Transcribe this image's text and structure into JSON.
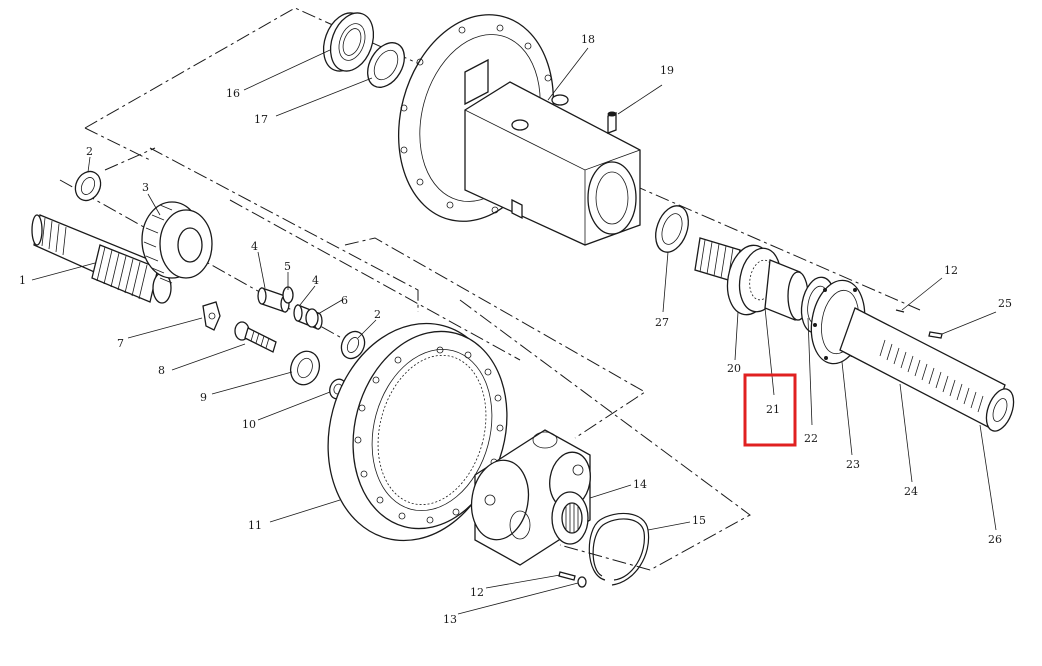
{
  "diagram": {
    "labels": [
      {
        "id": "1",
        "text": "1"
      },
      {
        "id": "2a",
        "text": "2"
      },
      {
        "id": "2b",
        "text": "2"
      },
      {
        "id": "3",
        "text": "3"
      },
      {
        "id": "4a",
        "text": "4"
      },
      {
        "id": "4b",
        "text": "4"
      },
      {
        "id": "5",
        "text": "5"
      },
      {
        "id": "6",
        "text": "6"
      },
      {
        "id": "7",
        "text": "7"
      },
      {
        "id": "8",
        "text": "8"
      },
      {
        "id": "9",
        "text": "9"
      },
      {
        "id": "10",
        "text": "10"
      },
      {
        "id": "11",
        "text": "11"
      },
      {
        "id": "12a",
        "text": "12"
      },
      {
        "id": "12b",
        "text": "12"
      },
      {
        "id": "13",
        "text": "13"
      },
      {
        "id": "14",
        "text": "14"
      },
      {
        "id": "15",
        "text": "15"
      },
      {
        "id": "16",
        "text": "16"
      },
      {
        "id": "17",
        "text": "17"
      },
      {
        "id": "18",
        "text": "18"
      },
      {
        "id": "19",
        "text": "19"
      },
      {
        "id": "20",
        "text": "20"
      },
      {
        "id": "21",
        "text": "21"
      },
      {
        "id": "22",
        "text": "22"
      },
      {
        "id": "23",
        "text": "23"
      },
      {
        "id": "24",
        "text": "24"
      },
      {
        "id": "25",
        "text": "25"
      },
      {
        "id": "26",
        "text": "26"
      },
      {
        "id": "27",
        "text": "27"
      }
    ],
    "highlight_color": "#e02020",
    "line_color": "#1a1a1a"
  }
}
